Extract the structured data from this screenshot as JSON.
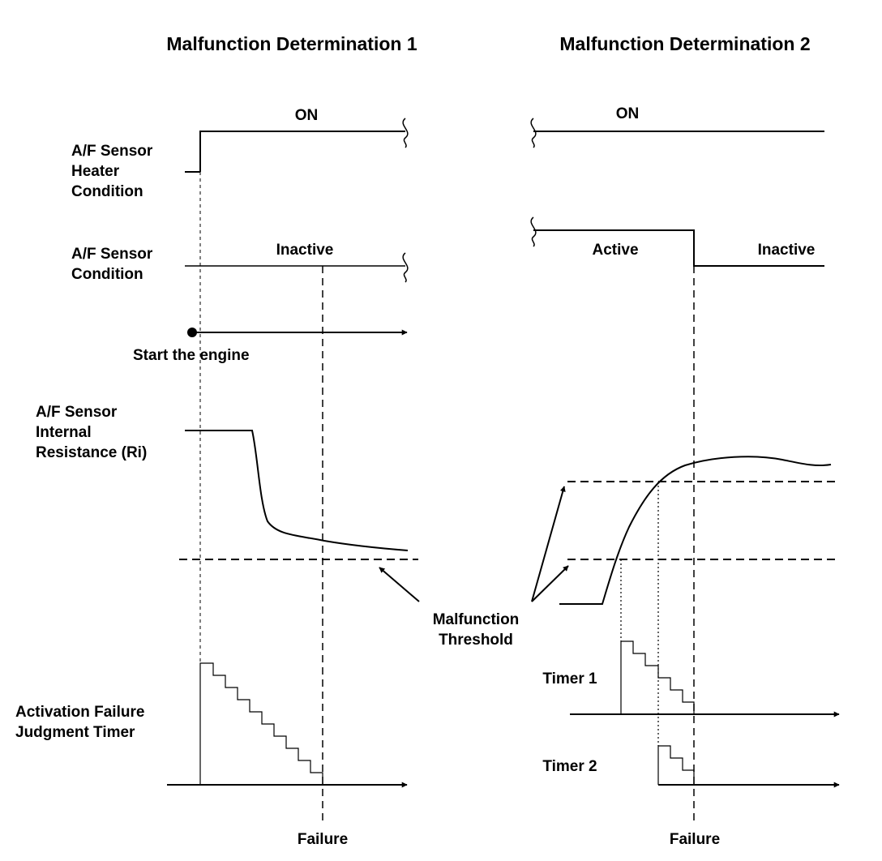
{
  "titles": {
    "left": "Malfunction Determination 1",
    "right": "Malfunction Determination 2"
  },
  "labels": {
    "heater_line1": "A/F Sensor",
    "heater_line2": "Heater",
    "heater_line3": "Condition",
    "sensor_line1": "A/F Sensor",
    "sensor_line2": "Condition",
    "ri_line1": "A/F Sensor",
    "ri_line2": "Internal",
    "ri_line3": "Resistance (Ri)",
    "timer_line1": "Activation Failure",
    "timer_line2": "Judgment Timer",
    "start_engine": "Start the engine",
    "threshold_line1": "Malfunction",
    "threshold_line2": "Threshold"
  },
  "left_panel": {
    "heater_state": "ON",
    "sensor_state": "Inactive",
    "failure": "Failure"
  },
  "right_panel": {
    "heater_state": "ON",
    "sensor_state_before": "Active",
    "sensor_state_after": "Inactive",
    "timer1": "Timer 1",
    "timer2": "Timer 2",
    "failure": "Failure"
  },
  "colors": {
    "line": "#000000",
    "background": "#ffffff"
  }
}
